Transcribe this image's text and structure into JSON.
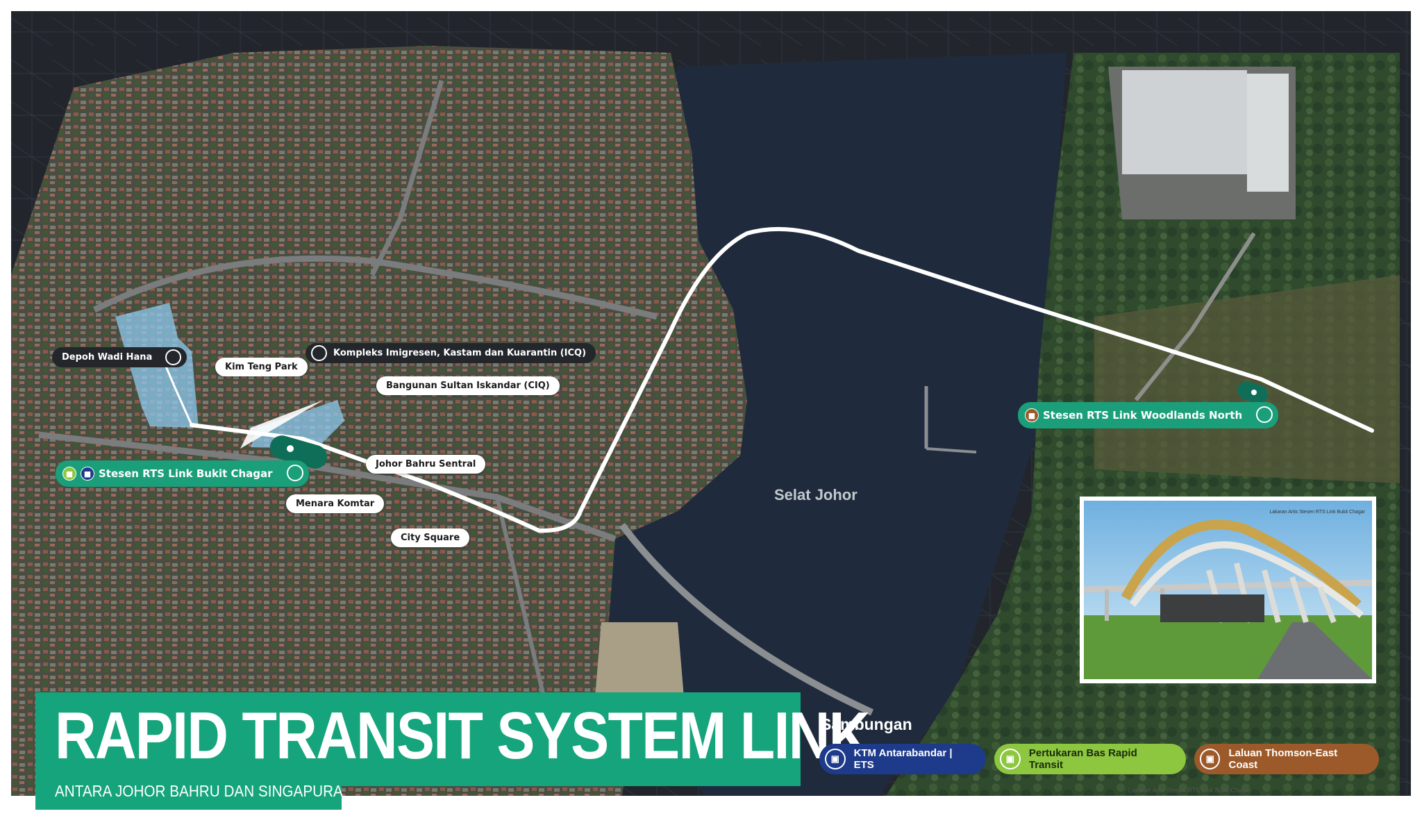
{
  "title": "RAPID TRANSIT SYSTEM LINK",
  "subtitle": "ANTARA JOHOR BAHRU DAN SINGAPURA",
  "water_label": "Selat Johor",
  "places": {
    "depot": "Depoh Wadi Hana",
    "kim_teng": "Kim Teng Park",
    "icq": "Kompleks Imigresen, Kastam dan Kuarantin (ICQ)",
    "ciq": "Bangunan Sultan Iskandar (CIQ)",
    "jb_sentral": "Johor Bahru Sentral",
    "komtar": "Menara Komtar",
    "city_square": "City Square"
  },
  "stations": {
    "bukit_chagar": "Stesen RTS Link Bukit Chagar",
    "woodlands_north": "Stesen RTS Link Woodlands North"
  },
  "legend": {
    "title": "Sambungan",
    "items": [
      {
        "label": "KTM Antarabandar | ETS",
        "color": "#1e3a8a",
        "icon": "train-icon"
      },
      {
        "label": "Pertukaran Bas Rapid Transit",
        "color": "#8dc63f",
        "icon": "bus-icon"
      },
      {
        "label": "Laluan Thomson-East Coast",
        "color": "#9c5a2b",
        "icon": "mrt-icon"
      }
    ]
  },
  "render_caption": "Lakaran Artis Stesen RTS Link Bukit Chagar",
  "footnote": "Lakaran Artis Stesen RTS Link Bukit Chagar",
  "colors": {
    "brand_green": "#15a47b",
    "station_green": "#1a9f7a",
    "sea": "#1f2b3c",
    "route": "#ffffff"
  }
}
